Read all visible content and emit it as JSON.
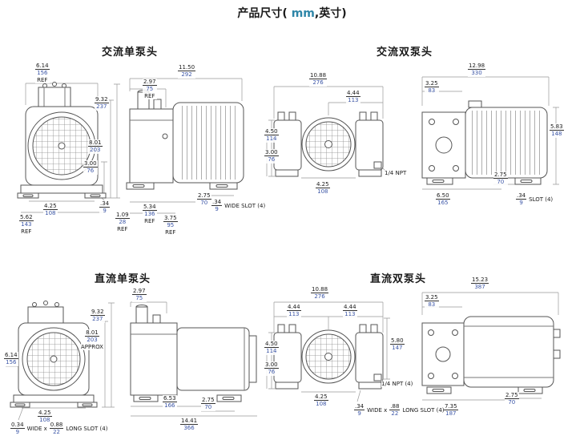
{
  "title": {
    "pre": "产品尺寸( ",
    "unit": "mm",
    "post": ",英寸)"
  },
  "colors": {
    "mm_value_blue": "#3b55a6",
    "title_unit_blue": "#2e86a8",
    "line_gray": "#555555"
  },
  "sections": {
    "ac1": {
      "label": "交流单泵头",
      "dims": {
        "w": {
          "in": "6.14",
          "mm": "156",
          "suffix": "REF"
        },
        "t2": {
          "in": "11.50",
          "mm": "292"
        },
        "t1": {
          "in": "2.97",
          "mm": "75",
          "suffix": "REF"
        },
        "h1": {
          "in": "9.32",
          "mm": "237"
        },
        "h2": {
          "in": "8.01",
          "mm": "203"
        },
        "h3": {
          "in": "3.00",
          "mm": "76"
        },
        "b1": {
          "in": "4.25",
          "mm": "108"
        },
        "b2": {
          "in": "5.62",
          "mm": "143",
          "suffix": "REF"
        },
        "s1": {
          "in": ".34",
          "mm": "9"
        },
        "s2": {
          "in": "1.09",
          "mm": "28",
          "suffix": "REF"
        },
        "sb1": {
          "in": "5.34",
          "mm": "136",
          "suffix": "REF"
        },
        "sb2": {
          "in": "3.75",
          "mm": "95",
          "suffix": "REF"
        },
        "sb3": {
          "in": "2.75",
          "mm": "70"
        },
        "slot": {
          "in": ".34",
          "mm": "9",
          "note": "WIDE SLOT (4)"
        }
      }
    },
    "ac2": {
      "label": "交流双泵头",
      "dims": {
        "fw": {
          "in": "10.88",
          "mm": "276"
        },
        "fp": {
          "in": "4.44",
          "mm": "113"
        },
        "fh1": {
          "in": "4.50",
          "mm": "114"
        },
        "fh2": {
          "in": "3.00",
          "mm": "76"
        },
        "fb": {
          "in": "4.25",
          "mm": "108"
        },
        "npt": "1/4 NPT",
        "sw": {
          "in": "12.98",
          "mm": "330"
        },
        "st": {
          "in": "3.25",
          "mm": "83"
        },
        "sh": {
          "in": "5.83",
          "mm": "148"
        },
        "sb1": {
          "in": "6.50",
          "mm": "165"
        },
        "sb2": {
          "in": "2.75",
          "mm": "70"
        },
        "slot": {
          "in": ".34",
          "mm": "9",
          "note": "SLOT (4)"
        }
      }
    },
    "dc1": {
      "label": "直流单泵头",
      "dims": {
        "t1": {
          "in": "2.97",
          "mm": "75"
        },
        "h1": {
          "in": "9.32",
          "mm": "237"
        },
        "h2": {
          "in": "8.01",
          "mm": "203",
          "suffix": "APPROX"
        },
        "w": {
          "in": "6.14",
          "mm": "156"
        },
        "b1": {
          "in": "4.25",
          "mm": "108"
        },
        "slot_a": {
          "in": "0.34",
          "mm": "9"
        },
        "slot_mid": "WIDE x",
        "slot_b": {
          "in": "0.88",
          "mm": "22"
        },
        "slot_end": "LONG SLOT (4)",
        "sb1": {
          "in": "6.53",
          "mm": "166"
        },
        "sb2": {
          "in": "2.75",
          "mm": "70"
        },
        "sw": {
          "in": "14.41",
          "mm": "366"
        }
      }
    },
    "dc2": {
      "label": "直流双泵头",
      "dims": {
        "fw": {
          "in": "10.88",
          "mm": "276"
        },
        "fp1": {
          "in": "4.44",
          "mm": "113"
        },
        "fp2": {
          "in": "4.44",
          "mm": "113"
        },
        "fh1": {
          "in": "4.50",
          "mm": "114"
        },
        "fh2": {
          "in": "3.00",
          "mm": "76"
        },
        "fh3": {
          "in": "5.80",
          "mm": "147"
        },
        "fb": {
          "in": "4.25",
          "mm": "108"
        },
        "slot_a": {
          "in": ".34",
          "mm": "9"
        },
        "slot_mid": "WIDE x",
        "slot_b": {
          "in": ".88",
          "mm": "22"
        },
        "slot_end": "LONG SLOT (4)",
        "npt": "1/4 NPT (4)",
        "sw": {
          "in": "15.23",
          "mm": "387"
        },
        "st": {
          "in": "3.25",
          "mm": "83"
        },
        "sb1": {
          "in": "7.35",
          "mm": "187"
        },
        "sb2": {
          "in": "2.75",
          "mm": "70"
        }
      }
    }
  }
}
